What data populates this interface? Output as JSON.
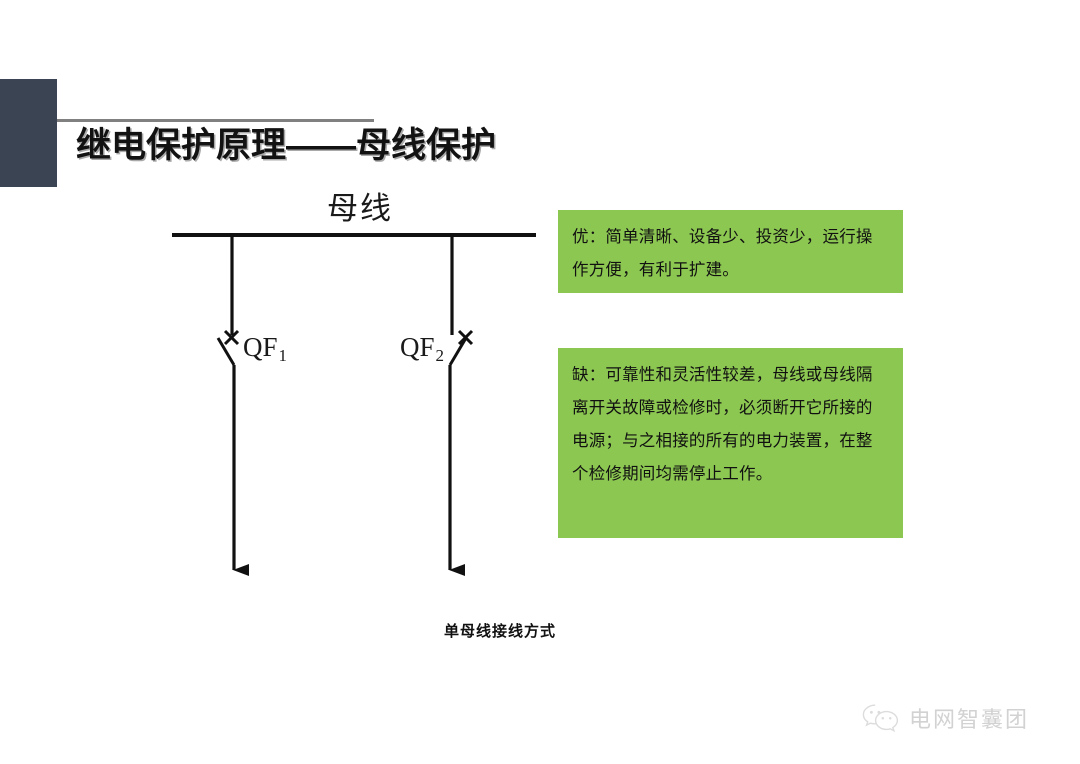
{
  "slide": {
    "title": "继电保护原理——母线保护",
    "accent_square_color": "#3b4452",
    "rule_color": "#808080"
  },
  "diagram": {
    "bus_label": "母线",
    "breakers": [
      {
        "id": "qf1",
        "label": "QF",
        "subscript": "1"
      },
      {
        "id": "qf2",
        "label": "QF",
        "subscript": "2"
      }
    ],
    "caption": "单母线接线方式"
  },
  "notes": {
    "accent_color": "#8cc751",
    "pros": "优：简单清晰、设备少、投资少，运行操作方便，有利于扩建。",
    "cons": "缺：可靠性和灵活性较差，母线或母线隔离开关故障或检修时，必须断开它所接的电源；与之相接的所有的电力装置，在整个检修期间均需停止工作。"
  },
  "watermark": {
    "icon": "wechat-icon",
    "text": "电网智囊团",
    "color": "#d2d2d2"
  }
}
